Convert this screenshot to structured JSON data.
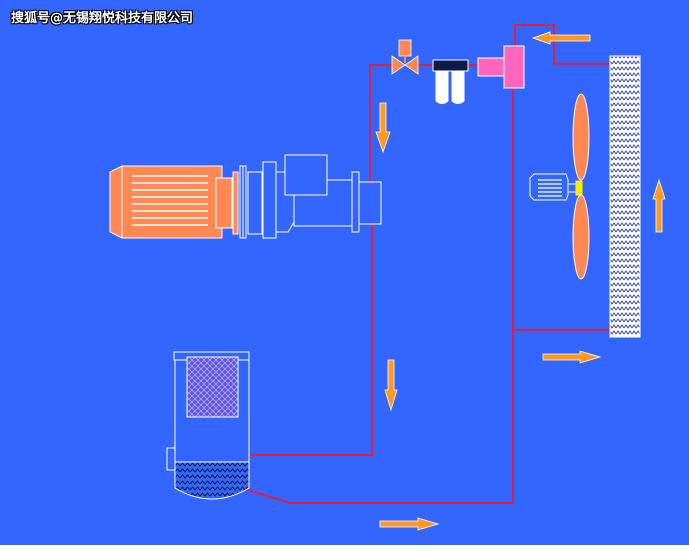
{
  "watermark": {
    "text": "搜狐号@无锡翔悦科技有限公司"
  },
  "colors": {
    "background": "#3366ff",
    "pipe": "#e02040",
    "arrow": "#ff9922",
    "motor": "#ff8855",
    "outline": "#ffffff",
    "valve_actuator": "#ff8855",
    "filter_cap": "#0d1a4a",
    "expansion_device": "#ff66bb",
    "condenser_pattern": "#3a4aa0",
    "tank_mesh": "#ff88cc"
  },
  "components": [
    {
      "name": "motor",
      "icon": "motor-icon"
    },
    {
      "name": "pump",
      "icon": "pump-icon"
    },
    {
      "name": "solenoid-valve",
      "icon": "valve-icon"
    },
    {
      "name": "dryer-filter",
      "icon": "filter-icon"
    },
    {
      "name": "expansion-device",
      "icon": "expansion-icon"
    },
    {
      "name": "condenser-fan",
      "icon": "fan-icon"
    },
    {
      "name": "condenser-coil",
      "icon": "coil-icon"
    },
    {
      "name": "water-tank",
      "icon": "tank-icon"
    }
  ]
}
